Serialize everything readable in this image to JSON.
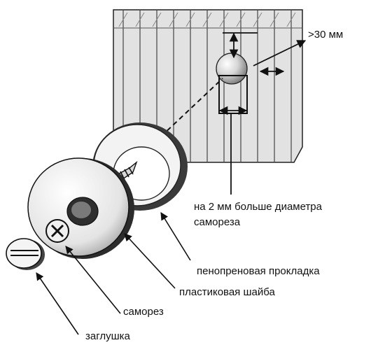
{
  "diagram": {
    "labels": {
      "gap": ">30 мм",
      "hole_note_line1": "на 2 мм больше диаметра",
      "hole_note_line2": "самореза",
      "foam_gasket": "пенопреновая прокладка",
      "plastic_washer": "пластиковая шайба",
      "screw": "саморез",
      "cap": "заглушка"
    }
  }
}
